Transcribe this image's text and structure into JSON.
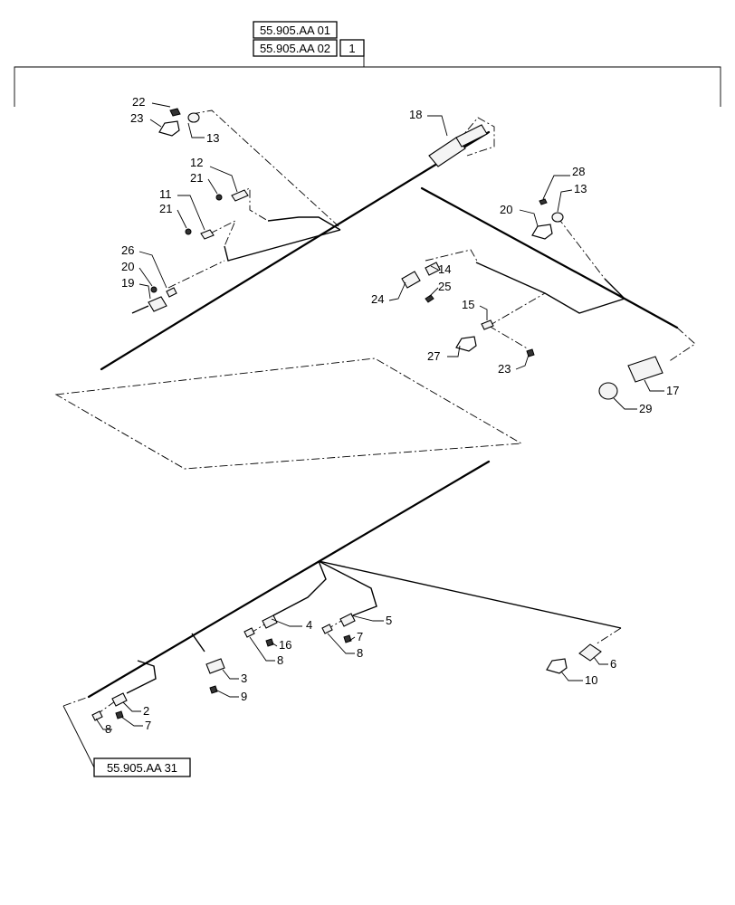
{
  "references": {
    "top": [
      "55.905.AA 01",
      "55.905.AA 02"
    ],
    "top_item": "1",
    "bottom": "55.905.AA 31"
  },
  "callouts": [
    {
      "id": "c22",
      "label": "22"
    },
    {
      "id": "c23a",
      "label": "23"
    },
    {
      "id": "c13a",
      "label": "13"
    },
    {
      "id": "c18",
      "label": "18"
    },
    {
      "id": "c12",
      "label": "12"
    },
    {
      "id": "c21a",
      "label": "21"
    },
    {
      "id": "c11",
      "label": "11"
    },
    {
      "id": "c21b",
      "label": "21"
    },
    {
      "id": "c28",
      "label": "28"
    },
    {
      "id": "c20a",
      "label": "20"
    },
    {
      "id": "c13b",
      "label": "13"
    },
    {
      "id": "c26",
      "label": "26"
    },
    {
      "id": "c20b",
      "label": "20"
    },
    {
      "id": "c19",
      "label": "19"
    },
    {
      "id": "c14",
      "label": "14"
    },
    {
      "id": "c25",
      "label": "25"
    },
    {
      "id": "c24",
      "label": "24"
    },
    {
      "id": "c15",
      "label": "15"
    },
    {
      "id": "c27",
      "label": "27"
    },
    {
      "id": "c23b",
      "label": "23"
    },
    {
      "id": "c17",
      "label": "17"
    },
    {
      "id": "c29",
      "label": "29"
    },
    {
      "id": "c4",
      "label": "4"
    },
    {
      "id": "c5",
      "label": "5"
    },
    {
      "id": "c16",
      "label": "16"
    },
    {
      "id": "c7a",
      "label": "7"
    },
    {
      "id": "c8a",
      "label": "8"
    },
    {
      "id": "c8b",
      "label": "8"
    },
    {
      "id": "c6",
      "label": "6"
    },
    {
      "id": "c10",
      "label": "10"
    },
    {
      "id": "c3",
      "label": "3"
    },
    {
      "id": "c9",
      "label": "9"
    },
    {
      "id": "c2",
      "label": "2"
    },
    {
      "id": "c8c",
      "label": "8"
    },
    {
      "id": "c7b",
      "label": "7"
    }
  ]
}
